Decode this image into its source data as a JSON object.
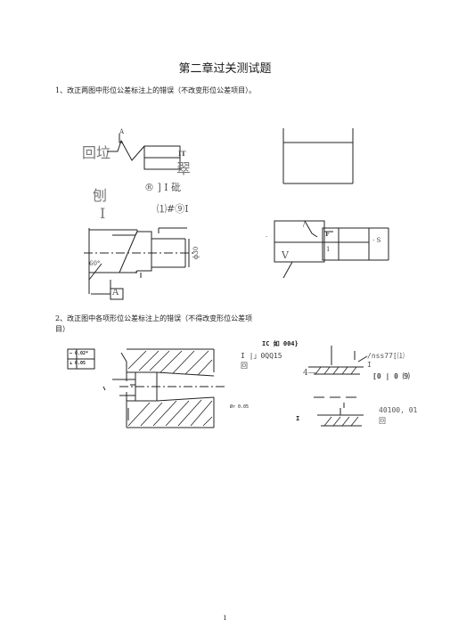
{
  "page": {
    "title": "第二章过关测试题",
    "question1": "1、改正两图中形位公差标注上的错误（不改变形位公差项目）。",
    "question2_line1": "2、改正图中各项形位公差标注上的错误（不得改变形位公差项",
    "question2_line2": "目）",
    "page_number": "1"
  },
  "figure1": {
    "label_huila": "回垃",
    "label_a_small": "A",
    "label_it": "IT",
    "label_cui": "翠",
    "label_pao": "刨",
    "label_gong": "I",
    "label_row1": "® ] I 砒",
    "label_row2": "⑴#⑨I",
    "label_angle": "60°",
    "label_phi": "ф30",
    "label_box": "A"
  },
  "figure2": {
    "label_f": "F",
    "label_1": "1",
    "label_v": "V",
    "label_dot": "·",
    "label_slash": "/",
    "label_s": "· S"
  },
  "figure3": {
    "table_r1": "— 0.02*",
    "table_r2": "⊥ 0.05",
    "label_mid": "Ør 0.05"
  },
  "figure4": {
    "line1": "IC 如 004}",
    "line2": "I |」0QQ15",
    "line3": "回",
    "label_4": "4—",
    "right1": "/nss77[⑴",
    "right2": "I",
    "right3": "[0 | 0 ⑼",
    "bottom1": "40100, 01",
    "bottom2": "回",
    "label_i": "I"
  }
}
